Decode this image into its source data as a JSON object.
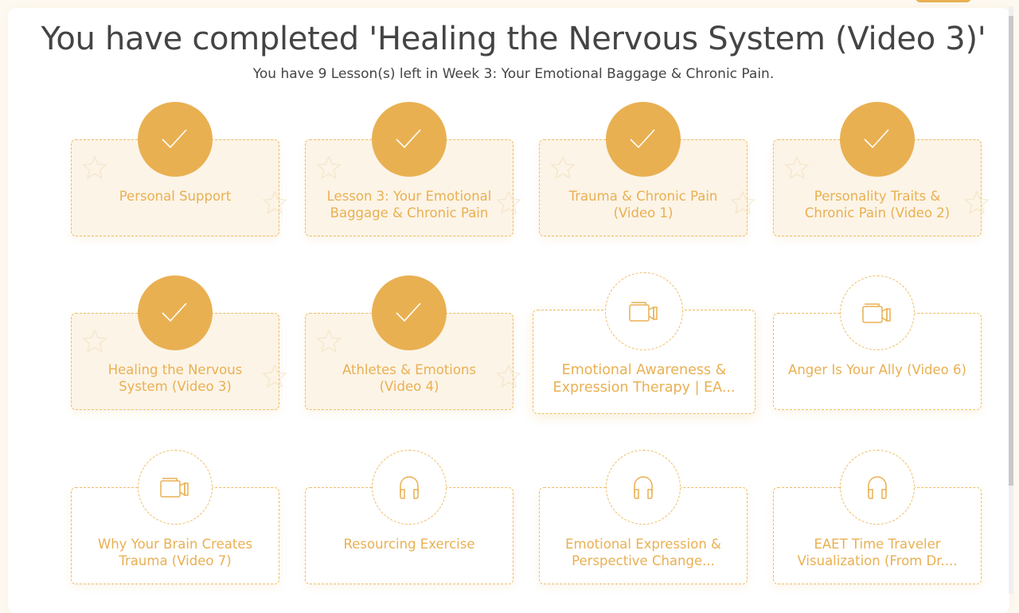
{
  "header": {
    "title": "You have completed 'Healing the Nervous System (Video 3)'",
    "subtitle": "You have 9 Lesson(s) left in Week 3: Your Emotional Baggage & Chronic Pain."
  },
  "colors": {
    "accent": "#e9b052",
    "completed_card_bg": "#fcf4e7",
    "text_dark": "#444444"
  },
  "lessons": [
    {
      "label_lines": [
        "Personal Support"
      ],
      "status": "completed",
      "icon": "check-icon"
    },
    {
      "label_lines": [
        "Lesson 3: Your Emotional",
        "Baggage & Chronic Pain"
      ],
      "status": "completed",
      "icon": "check-icon"
    },
    {
      "label_lines": [
        "Trauma & Chronic Pain",
        "(Video 1)"
      ],
      "status": "completed",
      "icon": "check-icon"
    },
    {
      "label_lines": [
        "Personality Traits &",
        "Chronic Pain (Video 2)"
      ],
      "status": "completed",
      "icon": "check-icon"
    },
    {
      "label_lines": [
        "Healing the Nervous",
        "System (Video 3)"
      ],
      "status": "completed",
      "icon": "check-icon"
    },
    {
      "label_lines": [
        "Athletes & Emotions",
        "(Video 4)"
      ],
      "status": "completed",
      "icon": "check-icon"
    },
    {
      "label_lines": [
        "Emotional Awareness &",
        "Expression Therapy | EA..."
      ],
      "status": "pending",
      "icon": "video-camera-icon",
      "hovered": true
    },
    {
      "label_lines": [
        "Anger Is Your Ally (Video 6)"
      ],
      "status": "pending",
      "icon": "video-camera-icon"
    },
    {
      "label_lines": [
        "Why Your Brain Creates",
        "Trauma (Video 7)"
      ],
      "status": "pending",
      "icon": "video-camera-icon"
    },
    {
      "label_lines": [
        "Resourcing Exercise"
      ],
      "status": "pending",
      "icon": "headphones-icon"
    },
    {
      "label_lines": [
        "Emotional Expression &",
        "Perspective Change..."
      ],
      "status": "pending",
      "icon": "headphones-icon"
    },
    {
      "label_lines": [
        "EAET Time Traveler",
        "Visualization (From Dr...."
      ],
      "status": "pending",
      "icon": "headphones-icon"
    }
  ]
}
